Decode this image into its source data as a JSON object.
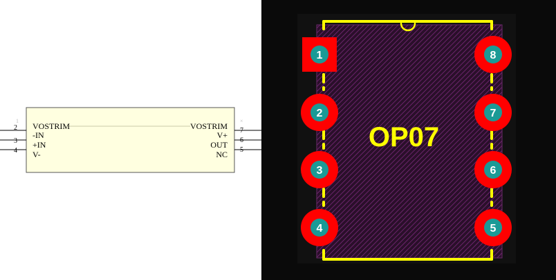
{
  "schematic": {
    "left_pins": [
      {
        "number": "2",
        "label": "-IN"
      },
      {
        "number": "3",
        "label": "+IN"
      },
      {
        "number": "4",
        "label": "V-"
      }
    ],
    "right_pins": [
      {
        "number": "7",
        "label": "V+"
      },
      {
        "number": "6",
        "label": "OUT"
      },
      {
        "number": "5",
        "label": "NC"
      }
    ],
    "top_left_pin": {
      "number": "1",
      "label": "VOSTRIM"
    },
    "top_right_pin": {
      "number": "8",
      "label": "VOSTRIM"
    },
    "colors": {
      "body_fill": "#ffffe0",
      "body_stroke": "#555555"
    }
  },
  "pcb": {
    "part_label": "OP07",
    "pads": [
      {
        "number": "1",
        "shape": "square"
      },
      {
        "number": "2",
        "shape": "round"
      },
      {
        "number": "3",
        "shape": "round"
      },
      {
        "number": "4",
        "shape": "round"
      },
      {
        "number": "5",
        "shape": "round"
      },
      {
        "number": "6",
        "shape": "round"
      },
      {
        "number": "7",
        "shape": "round"
      },
      {
        "number": "8",
        "shape": "round"
      }
    ],
    "colors": {
      "background": "#0a0a0a",
      "pad": "#ff0000",
      "pad_hole": "#1a9a96",
      "silkscreen": "#ffff00",
      "courtyard": "#5a1a5a"
    }
  }
}
